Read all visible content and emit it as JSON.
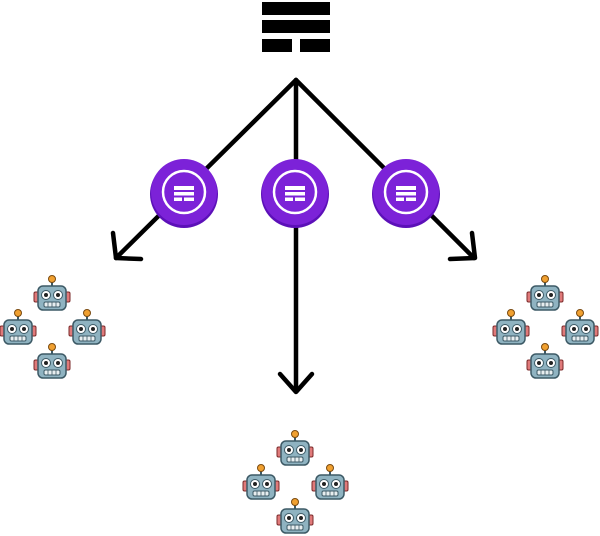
{
  "diagram": {
    "source": {
      "icon": "trigram-icon"
    },
    "tokens": [
      {
        "icon": "purple-token-icon"
      },
      {
        "icon": "purple-token-icon"
      },
      {
        "icon": "purple-token-icon"
      }
    ],
    "groups": [
      {
        "robots": 4,
        "icon": "robot-face-icon"
      },
      {
        "robots": 4,
        "icon": "robot-face-icon"
      },
      {
        "robots": 4,
        "icon": "robot-face-icon"
      }
    ],
    "colors": {
      "arrow": "#000000",
      "token_outer": "#6a18c8",
      "token_inner": "#8a2be2",
      "robot_face": "#8fb3c1",
      "robot_outline": "#3d5a66",
      "robot_antenna": "#f0a030",
      "robot_ears": "#e07a7a"
    }
  }
}
